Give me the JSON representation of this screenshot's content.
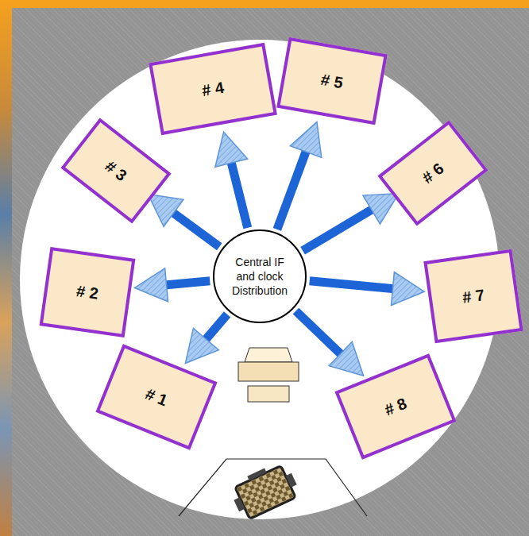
{
  "diagram": {
    "nodes": [
      {
        "text": [
          "# 1"
        ]
      },
      {
        "text": [
          "# 2"
        ]
      },
      {
        "text": [
          "# 3"
        ]
      },
      {
        "text": [
          "# 4"
        ]
      },
      {
        "text": [
          "# 5"
        ]
      },
      {
        "text": [
          "# 6"
        ]
      },
      {
        "text": [
          "# 7"
        ]
      },
      {
        "text": [
          "# 8"
        ]
      },
      {
        "text": [
          "Central IF and clock Distribution"
        ]
      }
    ],
    "edges": [
      {
        "from": 8,
        "to": 0,
        "arrow": "to"
      },
      {
        "from": 8,
        "to": 1,
        "arrow": "to"
      },
      {
        "from": 8,
        "to": 2,
        "arrow": "to"
      },
      {
        "from": 8,
        "to": 3,
        "arrow": "to"
      },
      {
        "from": 8,
        "to": 4,
        "arrow": "to"
      },
      {
        "from": 8,
        "to": 5,
        "arrow": "to"
      },
      {
        "from": 8,
        "to": 6,
        "arrow": "to"
      },
      {
        "from": 8,
        "to": 7,
        "arrow": "to"
      }
    ]
  }
}
